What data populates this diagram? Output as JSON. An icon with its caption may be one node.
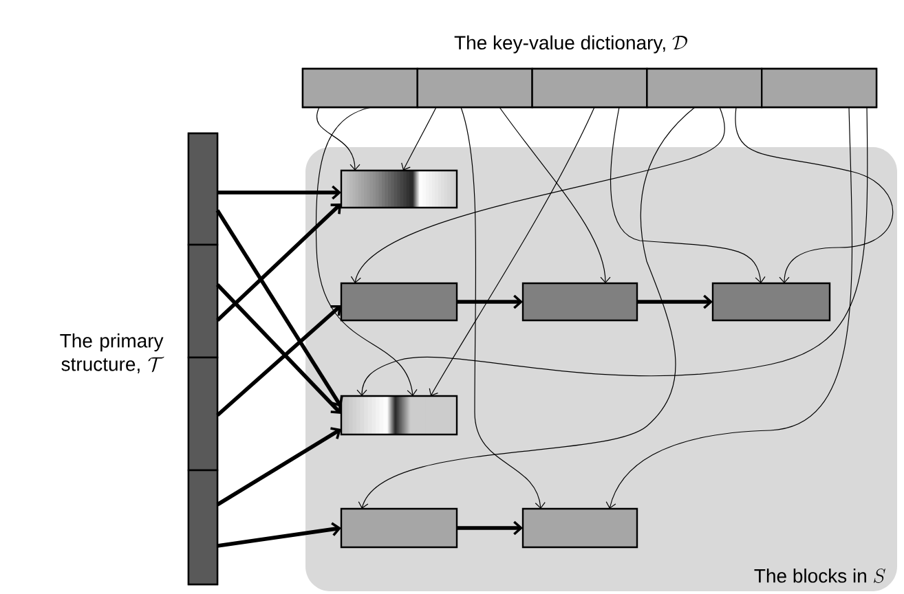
{
  "diagram": {
    "nodes": [
      {
        "text": [
          "The key-value dictionary,",
          "\\mathcal{D}"
        ]
      },
      {
        "text": [],
        "shape": "box",
        "in": 0
      },
      {
        "text": [],
        "shape": "box",
        "in": 0
      },
      {
        "text": [],
        "shape": "box",
        "in": 0
      },
      {
        "text": [],
        "shape": "box",
        "in": 0
      },
      {
        "text": [],
        "shape": "box",
        "in": 0
      },
      {
        "text": [
          "The primary structure,",
          "\\mathcal{T}"
        ]
      },
      {
        "text": [],
        "shape": "box",
        "in": 6
      },
      {
        "text": [],
        "shape": "box",
        "in": 6
      },
      {
        "text": [],
        "shape": "box",
        "in": 6
      },
      {
        "text": [],
        "shape": "box",
        "in": 6
      },
      {
        "text": [
          "The blocks in",
          "S"
        ]
      },
      {
        "text": [],
        "shape": "box",
        "in": 11
      },
      {
        "text": [],
        "shape": "box",
        "in": 11
      },
      {
        "text": [],
        "shape": "box",
        "in": 11
      },
      {
        "text": [],
        "shape": "box",
        "in": 11
      },
      {
        "text": [],
        "shape": "box",
        "in": 11
      },
      {
        "text": [],
        "shape": "box",
        "in": 11
      },
      {
        "text": [],
        "shape": "box",
        "in": 11
      }
    ],
    "edges": [
      {
        "from": 7,
        "to": 12,
        "arrow": "to",
        "style": "thick"
      },
      {
        "from": 7,
        "to": 16,
        "arrow": "to",
        "style": "thick"
      },
      {
        "from": 8,
        "to": 16,
        "arrow": "to",
        "style": "thick"
      },
      {
        "from": 8,
        "to": 12,
        "arrow": "to",
        "style": "thick"
      },
      {
        "from": 9,
        "to": 13,
        "arrow": "to",
        "style": "thick"
      },
      {
        "from": 10,
        "to": 16,
        "arrow": "to",
        "style": "thick"
      },
      {
        "from": 10,
        "to": 17,
        "arrow": "to",
        "style": "thick"
      },
      {
        "from": 13,
        "to": 14,
        "arrow": "to",
        "style": "thick"
      },
      {
        "from": 14,
        "to": 15,
        "arrow": "to",
        "style": "thick"
      },
      {
        "from": 17,
        "to": 18,
        "arrow": "to",
        "style": "thick"
      },
      {
        "from": 1,
        "to": 12,
        "arrow": "to"
      },
      {
        "from": 1,
        "to": 16,
        "arrow": "to"
      },
      {
        "from": 2,
        "to": 12,
        "arrow": "to"
      },
      {
        "from": 2,
        "to": 18,
        "arrow": "to"
      },
      {
        "from": 2,
        "to": 14,
        "arrow": "to"
      },
      {
        "from": 3,
        "to": 16,
        "arrow": "to"
      },
      {
        "from": 3,
        "to": 15,
        "arrow": "to"
      },
      {
        "from": 4,
        "to": 17,
        "arrow": "to"
      },
      {
        "from": 4,
        "to": 13,
        "arrow": "to"
      },
      {
        "from": 4,
        "to": 15,
        "arrow": "to"
      },
      {
        "from": 5,
        "to": 16,
        "arrow": "to"
      },
      {
        "from": 5,
        "to": 18,
        "arrow": "to"
      }
    ]
  }
}
